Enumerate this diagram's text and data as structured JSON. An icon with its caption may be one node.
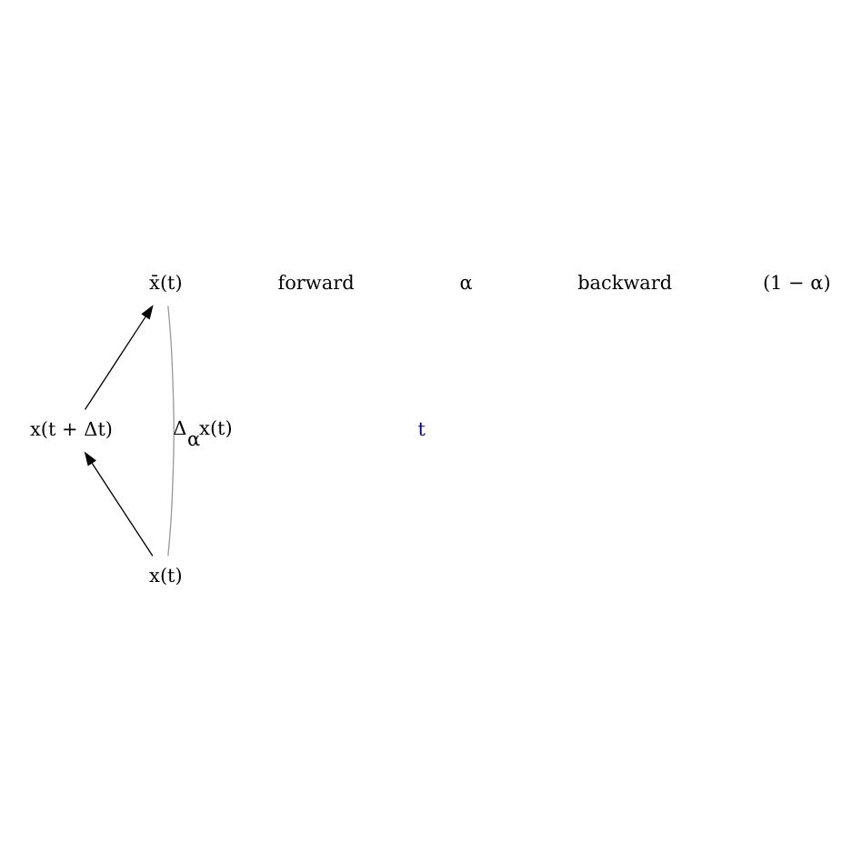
{
  "diagram": {
    "nodes": [
      {
        "text": [
          "x(t + Δt)"
        ]
      },
      {
        "text": [
          "x(t)"
        ]
      },
      {
        "text": [
          "x̄(t)"
        ]
      }
    ],
    "edges": [
      {
        "from": 1,
        "to": 0,
        "arrow": "to"
      },
      {
        "from": 0,
        "to": 2,
        "arrow": "to"
      },
      {
        "from": 1,
        "to": 2,
        "arrow": "none",
        "label": "Δ$_{α}$x(t)",
        "color": "#999999"
      }
    ],
    "labels": [
      "t",
      "forward",
      "α",
      "backward",
      "(1 − α)"
    ]
  }
}
